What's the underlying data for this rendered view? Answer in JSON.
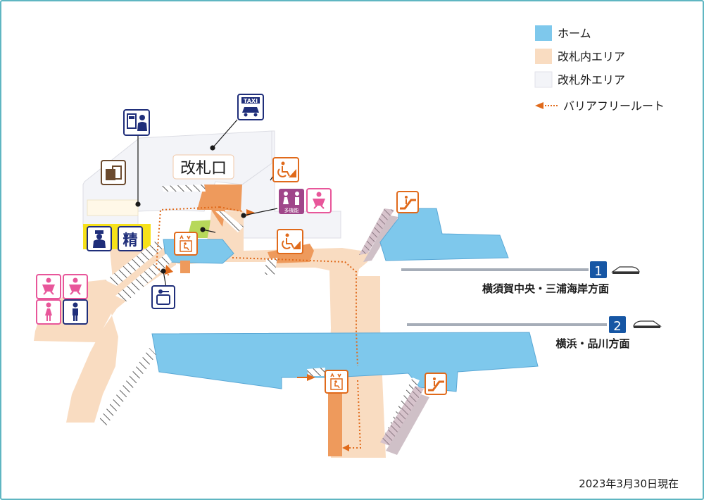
{
  "legend": {
    "platform": {
      "label": "ホーム",
      "color": "#7ec8ec"
    },
    "inside_gate": {
      "label": "改札内エリア",
      "color": "#f9dcc1"
    },
    "outside_gate": {
      "label": "改札外エリア",
      "color": "#f3f4f8"
    },
    "barrier_free": {
      "label": "バリアフリールート",
      "color": "#e06a1b"
    }
  },
  "gate_label": "改札口",
  "tracks": [
    {
      "number": "1",
      "direction": "横須賀中央・三浦海岸方面"
    },
    {
      "number": "2",
      "direction": "横浜・品川方面"
    }
  ],
  "icons": {
    "taxi_text": "TAXI",
    "fare_adjust_text": "精",
    "multipurpose_text": "多機能"
  },
  "date_note": "2023年3月30日現在",
  "colors": {
    "frame": "#5fb6c2",
    "platform": "#7ec8ec",
    "inside_gate": "#f9dcc1",
    "outside_gate": "#f3f4f8",
    "route": "#e06a1b",
    "elevator_shaft": "#ee9a5c",
    "stairs": "#c9b8c0",
    "icon_navy": "#1f2e7a",
    "icon_pink": "#e8569a",
    "icon_orange": "#e06a1b",
    "badge_blue": "#1656a4",
    "locker_yellow": "#f6e11a",
    "lime": "#b7d85a"
  }
}
